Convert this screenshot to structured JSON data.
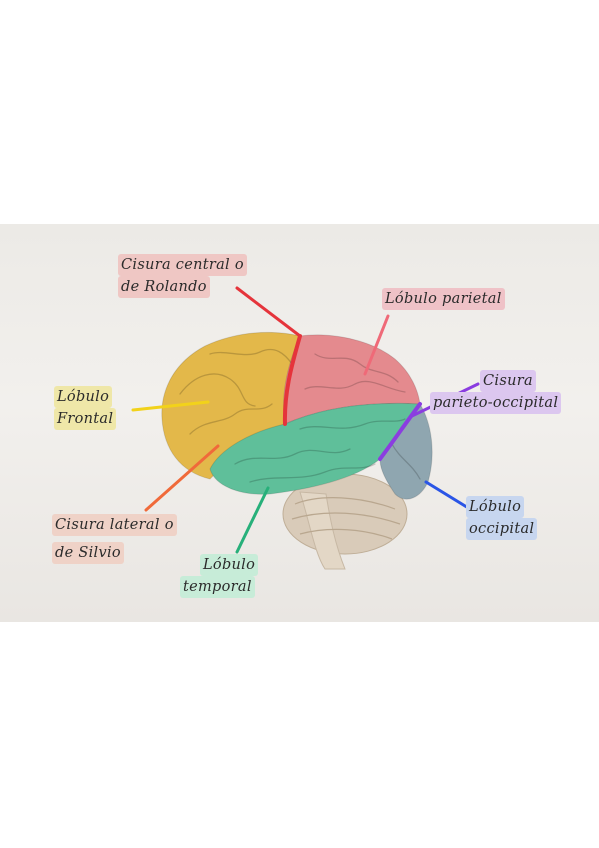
{
  "labels": {
    "cisura_central_line1": "Cisura central o",
    "cisura_central_line2": "de Rolando",
    "lobulo_parietal": "Lóbulo parietal",
    "lobulo_frontal_line1": "Lóbulo",
    "lobulo_frontal_line2": "Frontal",
    "cisura_parieto_line1": "Cisura",
    "cisura_parieto_line2": "parieto-occipital",
    "lobulo_occipital_line1": "Lóbulo",
    "lobulo_occipital_line2": "occipital",
    "cisura_lateral_line1": "Cisura lateral o",
    "cisura_lateral_line2": "de Silvio",
    "lobulo_temporal_line1": "Lóbulo",
    "lobulo_temporal_line2": "temporal"
  },
  "colors": {
    "frontal": "#e3b84a",
    "parietal": "#e48a8e",
    "temporal": "#5fbf9a",
    "occipital": "#8fa6b0",
    "central_line": "#e5343b",
    "frontal_line": "#f2d21a",
    "parietal_line": "#ef6a78",
    "parieto_occipital_line": "#8b3de0",
    "occipital_line": "#2a55e6",
    "lateral_line": "#f06a3a",
    "temporal_line": "#27b07a",
    "highlight_central": "#efc7c4",
    "highlight_parietal": "#efc2c7",
    "highlight_frontal": "#efe7a8",
    "highlight_parieto_occipital": "#dcc7ef",
    "highlight_occipital": "#c7d6ef",
    "highlight_lateral": "#efd2c7",
    "highlight_temporal": "#c7ecd8"
  }
}
